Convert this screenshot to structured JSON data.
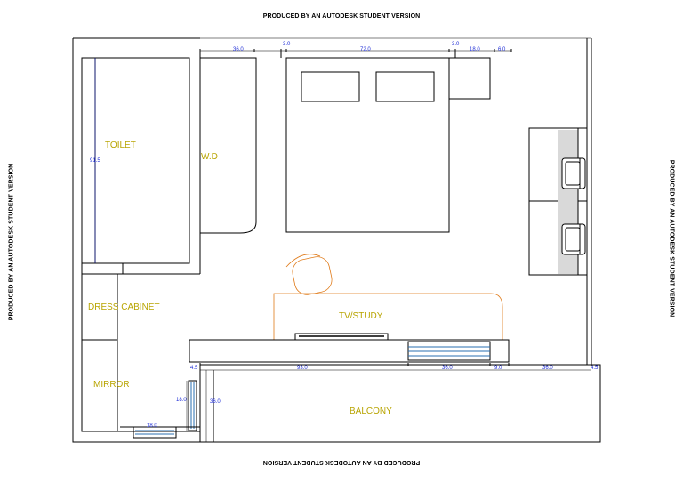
{
  "watermark": "PRODUCED BY AN AUTODESK STUDENT VERSION",
  "rooms": {
    "toilet": "TOILET",
    "wd": "W.D",
    "dress_cabinet": "DRESS CABINET",
    "tv_study": "TV/STUDY",
    "mirror": "MIRROR",
    "balcony": "BALCONY"
  },
  "dimensions": {
    "top_36": "36.0",
    "top_3a": "3.0",
    "top_72": "72.0",
    "top_3b": "3.0",
    "top_18": "18.0",
    "top_6": "6.0",
    "toilet_height": "91.5",
    "left_4_5": "4.5",
    "mid_93": "93.0",
    "mid_36a": "36.0",
    "mid_9": "9.0",
    "mid_36b": "36.0",
    "right_4_5": "4.5",
    "mirror_18": "18.0",
    "balcony_36": "36.0",
    "bottom_18": "18.0"
  },
  "colors": {
    "room_label": "#b8a400",
    "dimension": "#1c2bd6",
    "outline": "#000000",
    "furniture_accent": "#e07b1a",
    "shelf_blue": "#2a6fb0",
    "wall_fill": "#d9d9d9"
  }
}
